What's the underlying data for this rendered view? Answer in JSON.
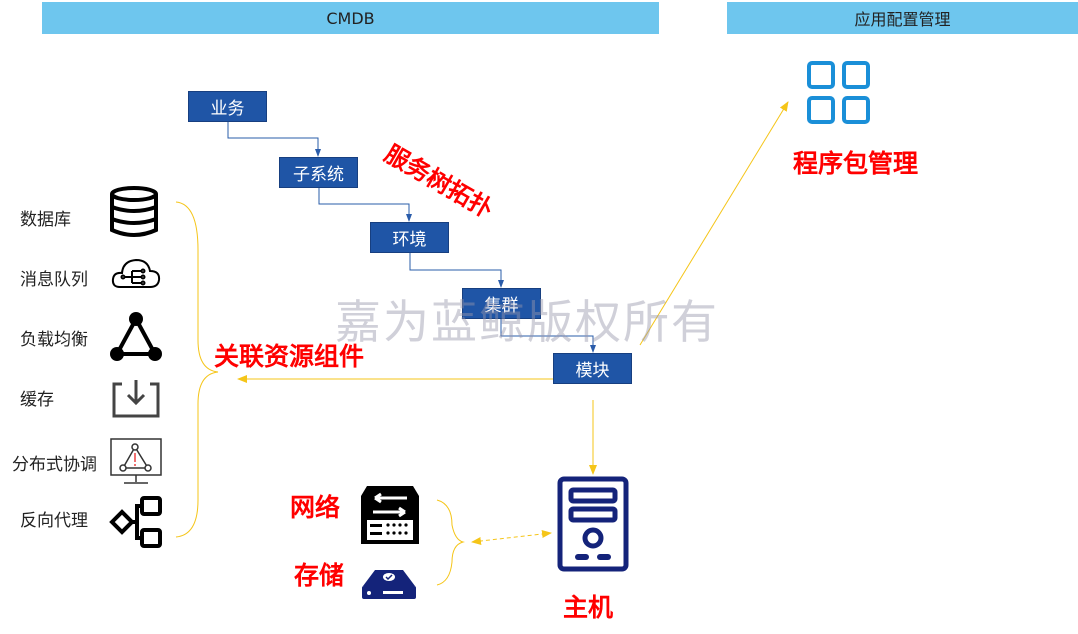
{
  "headers": {
    "cmdb": "CMDB",
    "app_config": "应用配置管理"
  },
  "tree": [
    "业务",
    "子系统",
    "环境",
    "集群",
    "模块"
  ],
  "labels": {
    "service_tree": "服务树拓扑",
    "related_components": "关联资源组件",
    "package_mgmt": "程序包管理",
    "network": "网络",
    "storage": "存储",
    "host": "主机"
  },
  "components": [
    {
      "label": "数据库",
      "icon": "database-icon"
    },
    {
      "label": "消息队列",
      "icon": "cloud-queue-icon"
    },
    {
      "label": "负载均衡",
      "icon": "triangle-nodes-icon"
    },
    {
      "label": "缓存",
      "icon": "download-tray-icon"
    },
    {
      "label": "分布式协调",
      "icon": "monitor-alert-icon"
    },
    {
      "label": "反向代理",
      "icon": "flow-diagram-icon"
    }
  ],
  "watermark": "嘉为蓝鲸版权所有",
  "colors": {
    "header": "#6ec6ee",
    "node": "#1f55a6",
    "accent_red": "#ff0000",
    "connector": "#f5c518",
    "icon_navy": "#14237a",
    "package_blue": "#1a8fd8"
  }
}
